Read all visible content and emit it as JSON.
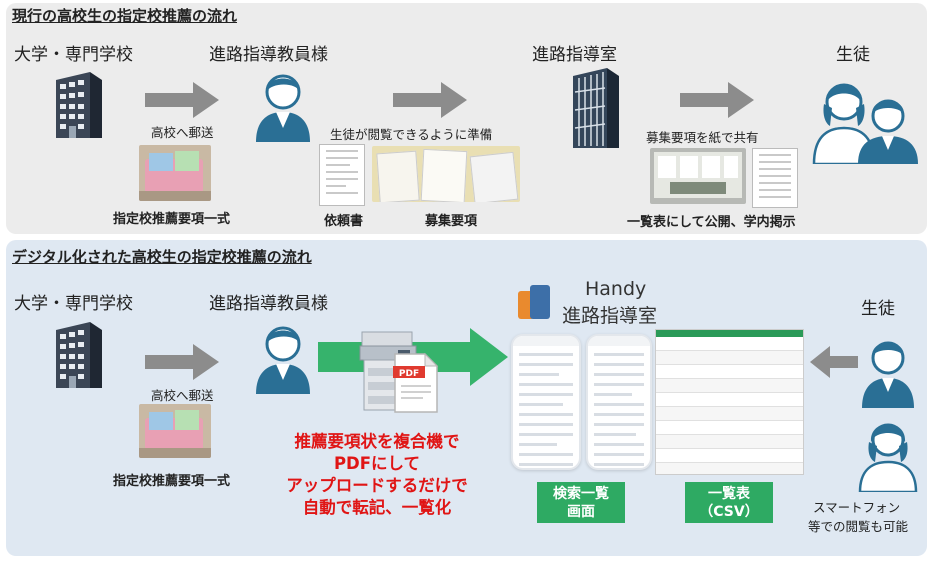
{
  "top": {
    "title": "現行の高校生の指定校推薦の流れ",
    "univ": "大学・専門学校",
    "teacher": "進路指導教員様",
    "room": "進路指導室",
    "student": "生徒",
    "mail_label": "高校へ郵送",
    "docs_caption": "指定校推薦要項一式",
    "prepare_label": "生徒が閲覧できるように準備",
    "request_doc": "依頼書",
    "recruit_doc": "募集要項",
    "share_label": "募集要項を紙で共有",
    "publish_label": "一覧表にして公開、学内掲示"
  },
  "bottom": {
    "title": "デジタル化された高校生の指定校推薦の流れ",
    "univ": "大学・専門学校",
    "teacher": "進路指導教員様",
    "handy_name": "Handy",
    "handy_sub": "進路指導室",
    "student": "生徒",
    "mail_label": "高校へ郵送",
    "docs_caption": "指定校推薦要項一式",
    "pdf_label": "PDF",
    "red_lines": [
      "推薦要項状を複合機で",
      "PDFにして",
      "アップロードするだけで",
      "自動で転記、一覧化"
    ],
    "search_box": [
      "検索一覧",
      "画面"
    ],
    "list_box": [
      "一覧表",
      "（CSV）"
    ],
    "phone_note": [
      "スマートフォン",
      "等での閲覧も可能"
    ]
  },
  "colors": {
    "arrow_gray": "#8c8c8c",
    "arrow_green": "#36b36c",
    "red": "#e01515",
    "green_box": "#2eaa63",
    "person_blue": "#2a6f95",
    "handy_blue": "#3d6fa8",
    "handy_orange": "#e98a2e"
  }
}
